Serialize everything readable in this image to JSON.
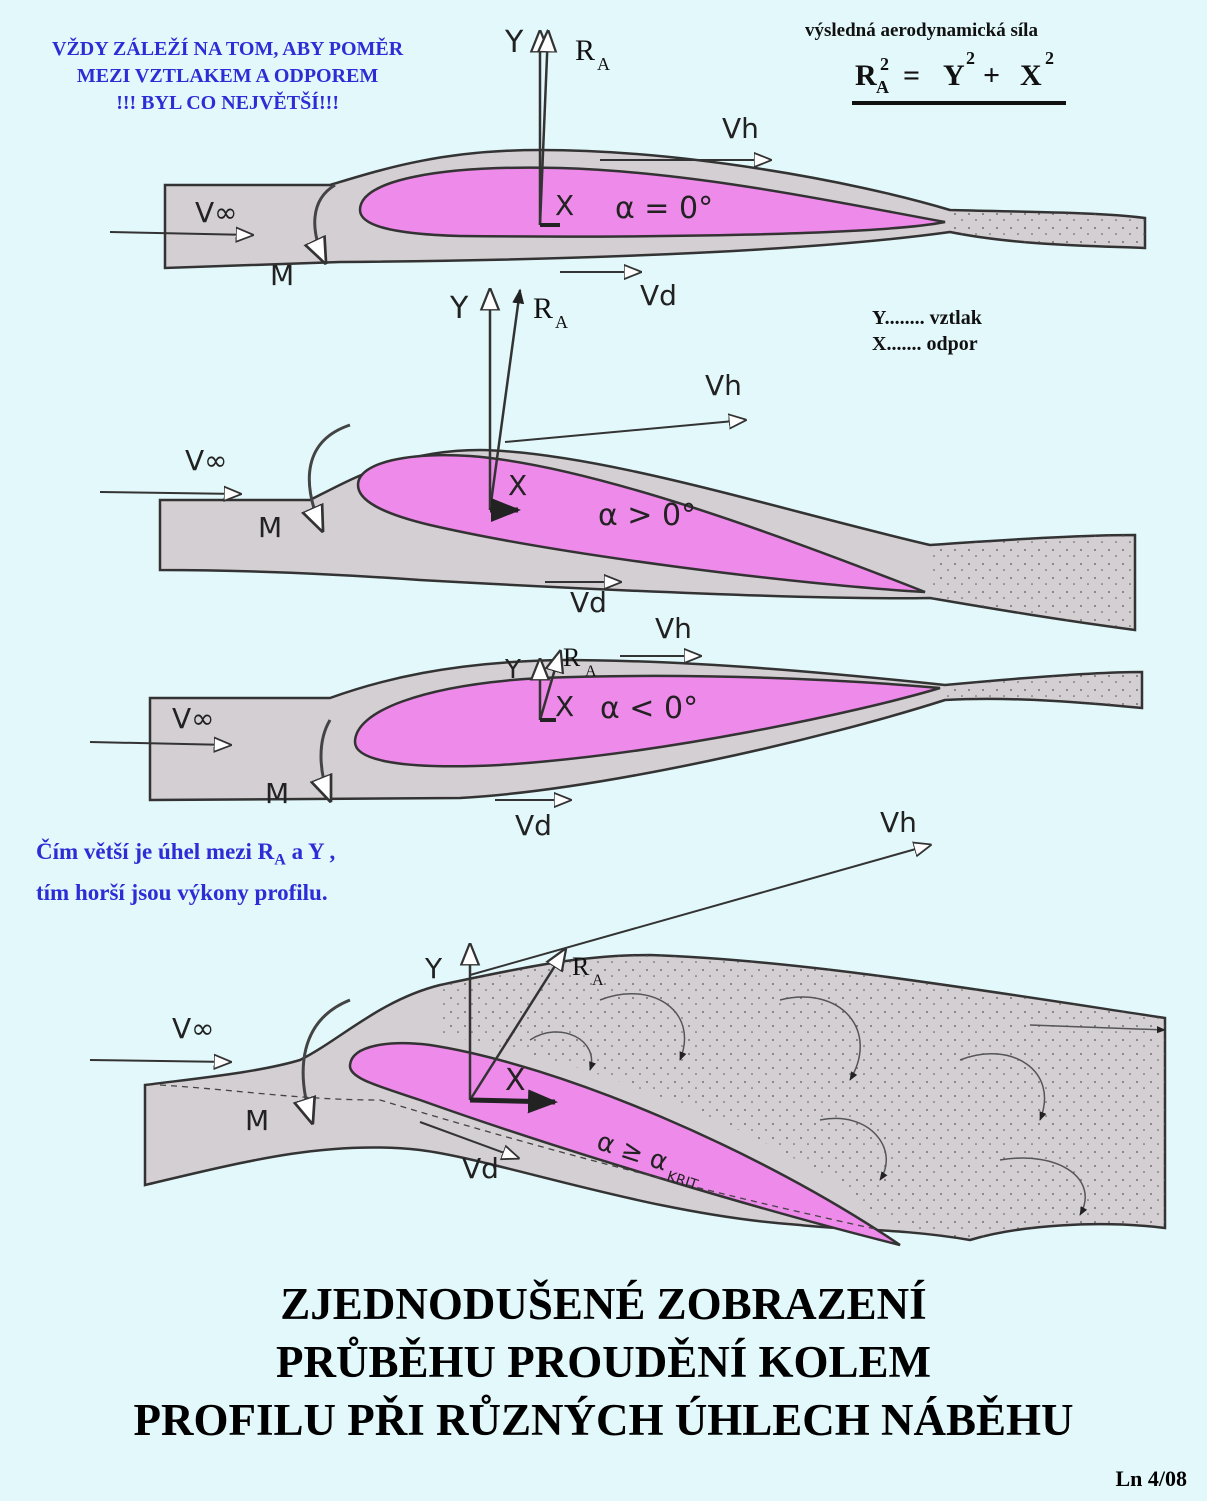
{
  "top_note": [
    "VŽDY ZÁLEŽÍ NA TOM, ABY POMĚR",
    "MEZI VZTLAKEM  A ODPOREM",
    "!!! BYL CO NEJVĚTŠÍ!!!"
  ],
  "formula": {
    "caption": "výsledná aerodynamická síla",
    "lhs_base": "R",
    "lhs_sub": "A",
    "lhs_exp": "2",
    "eq": "=",
    "t1": "Y",
    "t1_exp": "2",
    "plus": "+",
    "t2": "X",
    "t2_exp": "2"
  },
  "legend": [
    "Y........ vztlak",
    "X.......  odpor"
  ],
  "mid_note": {
    "line1_a": "Čím větší je úhel mezi R",
    "line1_sub": "A",
    "line1_b": " a Y ,",
    "line2": "tím horší jsou výkony profilu."
  },
  "labels": {
    "Y": "Y",
    "X": "X",
    "R": "R",
    "A_sub": "A",
    "V_inf": "V∞",
    "V_h": "Vh",
    "V_d": "Vd",
    "M": "M"
  },
  "cases": [
    {
      "alpha": "α = 0°"
    },
    {
      "alpha": "α > 0°"
    },
    {
      "alpha": "α < 0°"
    },
    {
      "alpha": "α ≥ α",
      "alpha_sub": "KRIT"
    }
  ],
  "title": [
    "ZJEDNODUŠENÉ ZOBRAZENÍ",
    "PRŮBĚHU PROUDĚNÍ KOLEM",
    "PROFILU PŘI RŮZNÝCH ÚHLECH NÁBĚHU"
  ],
  "code": "Ln 4/08",
  "colors": {
    "background": "#e3f8fb",
    "flow": "#d4cfd3",
    "airfoil": "#ee8aea",
    "text_blue": "#2d2dd6"
  }
}
